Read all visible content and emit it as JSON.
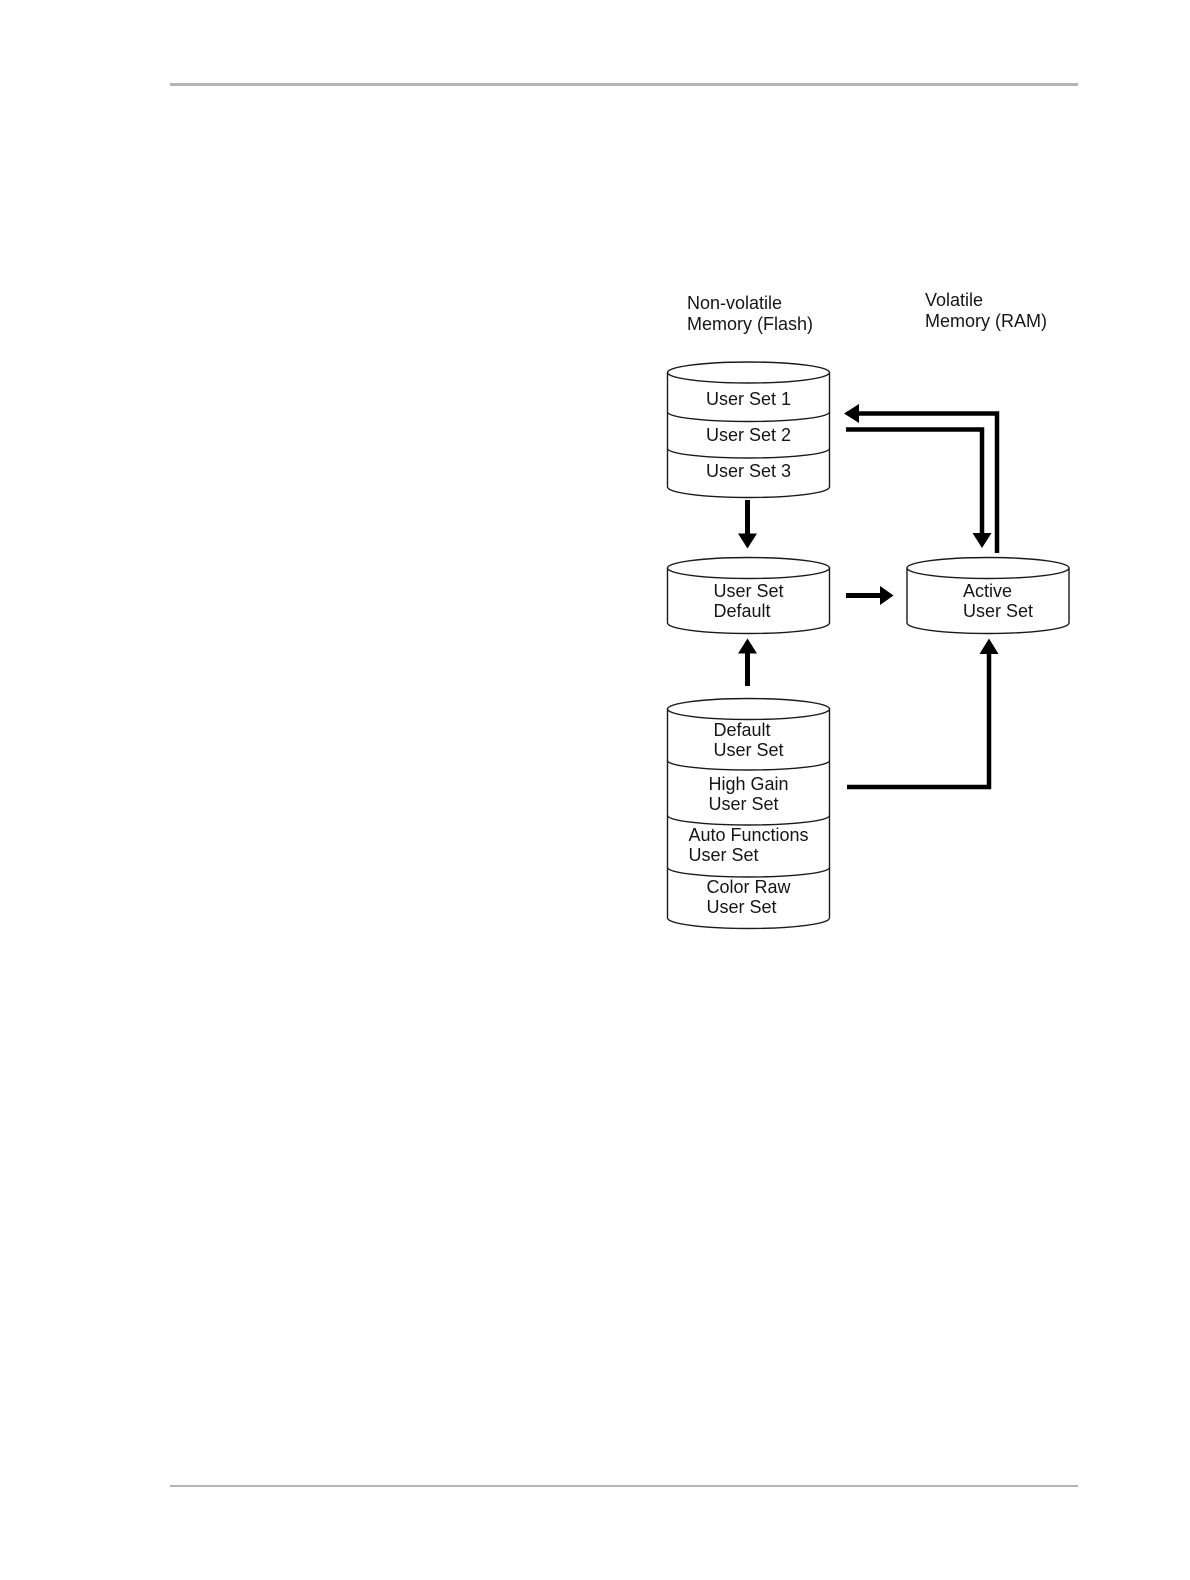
{
  "page": {
    "columns": {
      "flash": {
        "line1": "Non-volatile",
        "line2": "Memory (Flash)"
      },
      "ram": {
        "line1": "Volatile",
        "line2": "Memory (RAM)"
      }
    },
    "flash_user_sets": {
      "sections": [
        "User Set 1",
        "User Set 2",
        "User Set 3"
      ]
    },
    "user_set_default": {
      "line1": "User Set",
      "line2": "Default"
    },
    "active_user_set": {
      "line1": "Active",
      "line2": "User Set"
    },
    "factory_user_sets": {
      "sections": [
        {
          "line1": "Default",
          "line2": "User Set"
        },
        {
          "line1": "High Gain",
          "line2": "User Set"
        },
        {
          "line1": "Auto Functions",
          "line2": "User Set"
        },
        {
          "line1": "Color Raw",
          "line2": "User Set"
        }
      ]
    },
    "colors": {
      "ink": "#000000",
      "cylinder_outline": "#1a1a1a",
      "rule_gray": "#b4b4b4"
    }
  }
}
